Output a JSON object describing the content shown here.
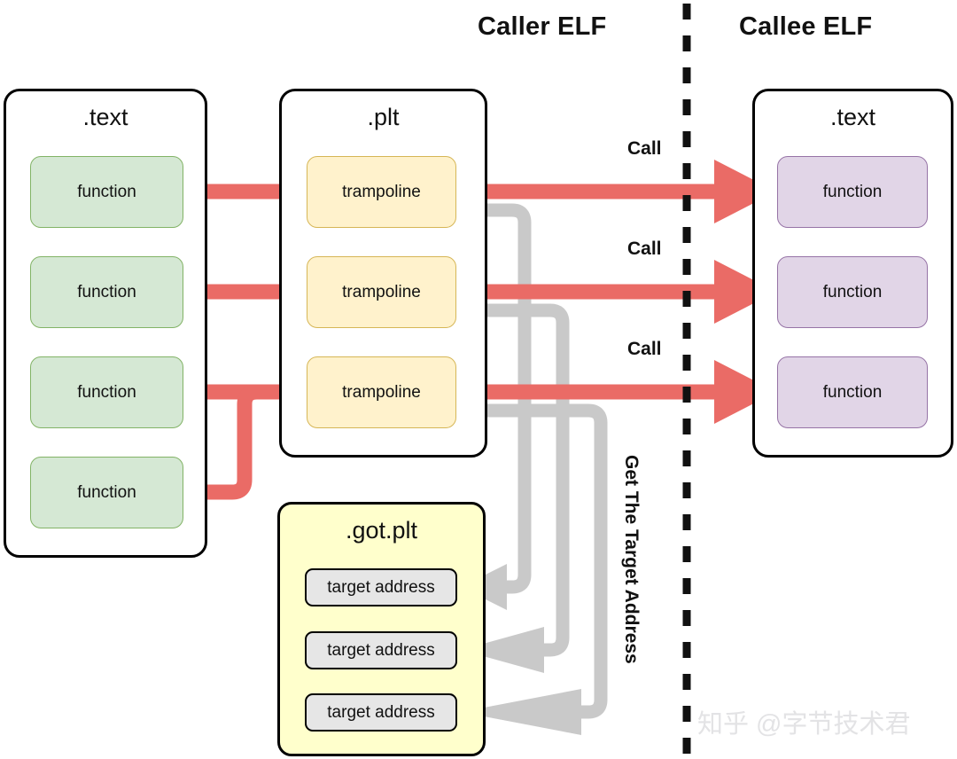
{
  "diagram": {
    "title_caller": "Caller ELF",
    "title_callee": "Callee ELF",
    "divider": "dashed-vertical-divider",
    "colors": {
      "call_arrow": "#ea6b66",
      "lookup_arrow": "#c9c9c9",
      "function_caller_fill": "#d5e8d4",
      "function_caller_stroke": "#82b366",
      "trampoline_fill": "#fff2cc",
      "trampoline_stroke": "#d6b656",
      "function_callee_fill": "#e1d5e7",
      "function_callee_stroke": "#9673a6",
      "got_fill": "#ffffcc",
      "address_fill": "#e6e6e6",
      "outline": "#000000"
    }
  },
  "caller": {
    "text_section": {
      "title": ".text",
      "functions": [
        {
          "label": "function"
        },
        {
          "label": "function"
        },
        {
          "label": "function"
        },
        {
          "label": "function"
        }
      ]
    },
    "plt_section": {
      "title": ".plt",
      "trampolines": [
        {
          "label": "trampoline"
        },
        {
          "label": "trampoline"
        },
        {
          "label": "trampoline"
        }
      ]
    },
    "got_plt_section": {
      "title": ".got.plt",
      "entries": [
        {
          "label": "target address"
        },
        {
          "label": "target address"
        },
        {
          "label": "target address"
        }
      ]
    }
  },
  "callee": {
    "text_section": {
      "title": ".text",
      "functions": [
        {
          "label": "function"
        },
        {
          "label": "function"
        },
        {
          "label": "function"
        }
      ]
    }
  },
  "edges": {
    "call_labels": [
      {
        "label": "Call"
      },
      {
        "label": "Call"
      },
      {
        "label": "Call"
      }
    ],
    "lookup_label": "Get The Target Address"
  },
  "watermark": {
    "text": "知乎 @字节技术君"
  }
}
